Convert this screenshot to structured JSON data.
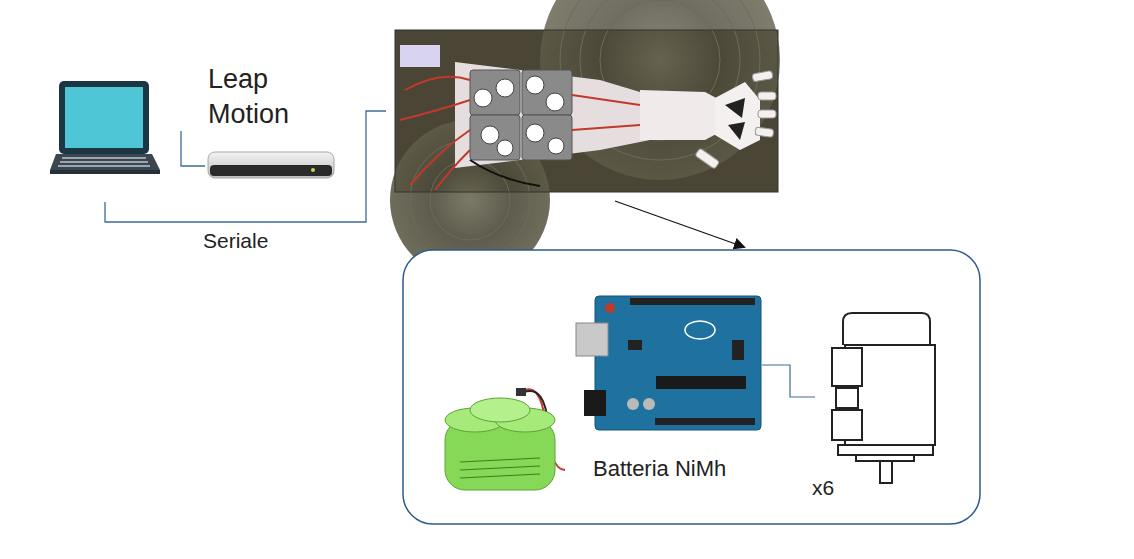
{
  "diagram": {
    "labels": [
      "Leap Motion",
      "Seriale",
      "Batteria NiMh",
      "x6"
    ]
  }
}
